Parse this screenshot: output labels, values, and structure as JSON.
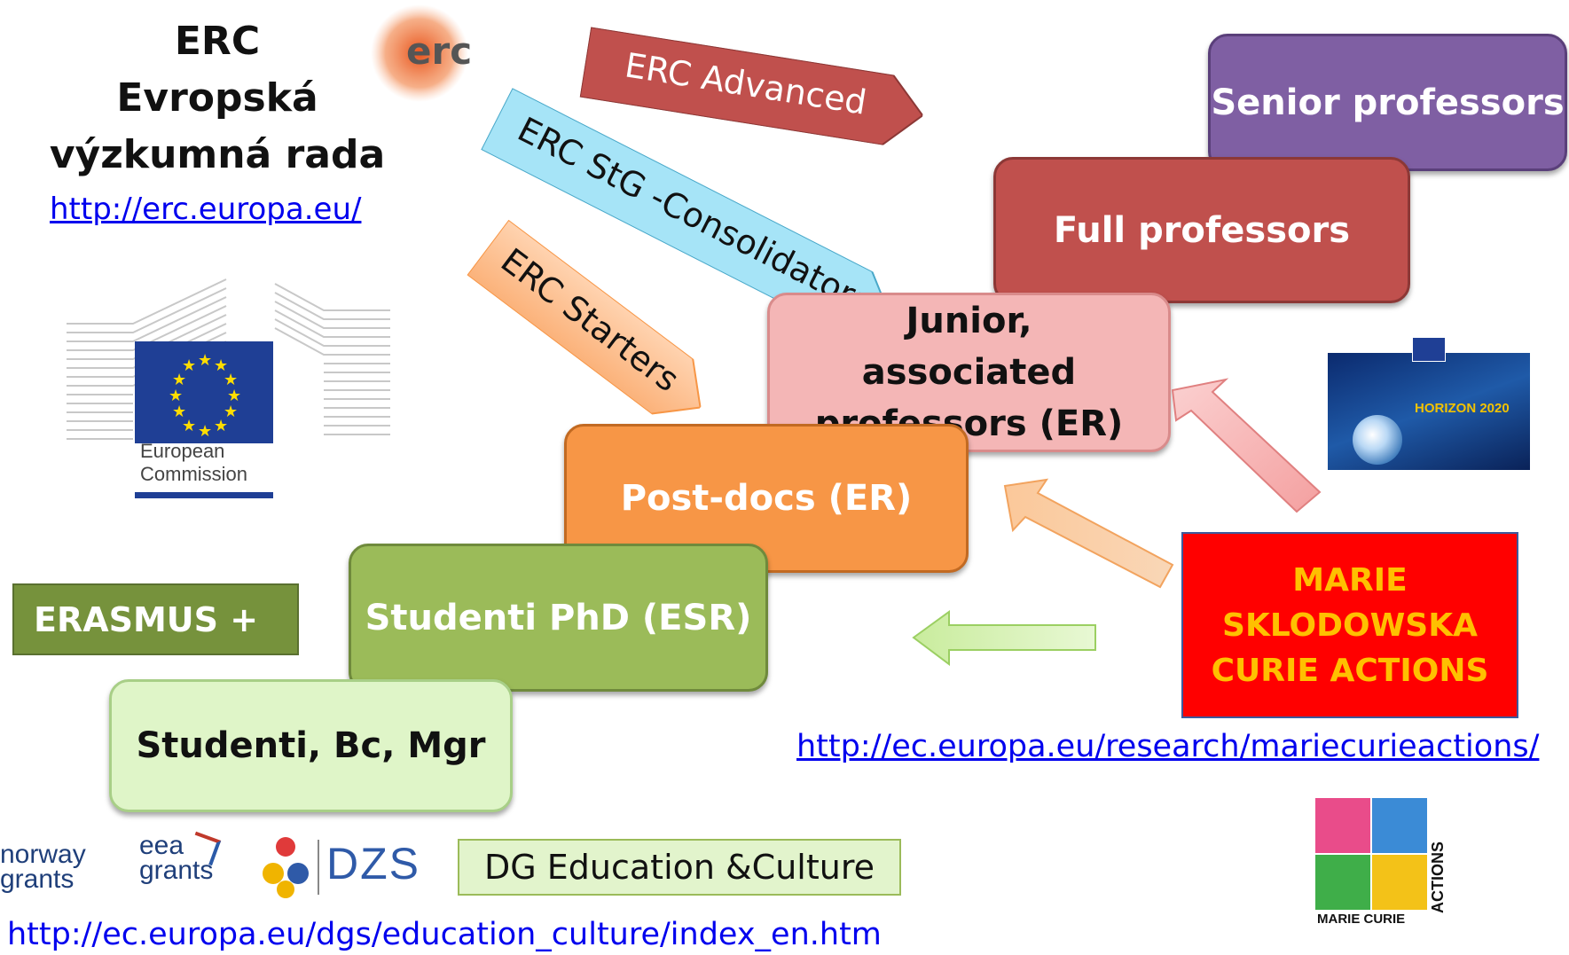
{
  "erc": {
    "title_line1": "ERC",
    "title_line2": "Evropská",
    "title_line3": "výzkumná rada",
    "url": "http://erc.europa.eu/",
    "logo_text": "erc"
  },
  "ec_logo": {
    "line1": "European",
    "line2": "Commission"
  },
  "erc_arrows": {
    "advanced": "ERC Advanced",
    "consolidators": "ERC StG -Consolidators",
    "starters": "ERC Starters"
  },
  "stairs": {
    "senior": "Senior professors",
    "full": "Full professors",
    "junior": "Junior, associated professors (ER)",
    "postdocs": "Post-docs (ER)",
    "phd": "Studenti PhD (ESR)",
    "students": "Studenti, Bc, Mgr"
  },
  "erasmus": "ERASMUS +",
  "horizon": {
    "label": "HORIZON 2020"
  },
  "msca": {
    "line1": "MARIE",
    "line2": "SKLODOWSKA",
    "line3": "CURIE ACTIONS",
    "url": "http://ec.europa.eu/research/mariecurieactions/"
  },
  "msca_logo": {
    "vertical": "ACTIONS",
    "bottom": "MARIE CURIE"
  },
  "bottom_logos": {
    "norway_line1": "norway",
    "norway_line2": "grants",
    "eea_line1": "eea",
    "eea_line2": "grants",
    "dzs": "DZS"
  },
  "dg_box": "DG Education &Culture",
  "dg_url": "http://ec.europa.eu/dgs/education_culture/index_en.htm",
  "colors": {
    "senior": "#7f5fa3",
    "full": "#c0504d",
    "junior": "#f4b6b6",
    "postdocs": "#f79646",
    "phd": "#9bbb59",
    "students": "#dff5c8",
    "erasmus": "#76923c",
    "msca": "#ff0000",
    "msca_text": "#ffc000"
  }
}
